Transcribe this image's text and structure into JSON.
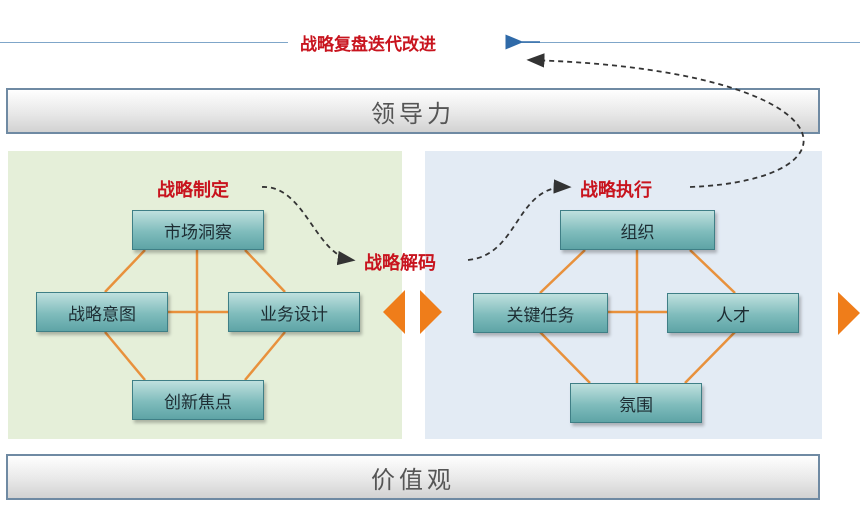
{
  "top_loop": {
    "label": "战略复盘迭代改进"
  },
  "bands": {
    "leadership": "领导力",
    "values": "价值观"
  },
  "left_panel": {
    "title": "战略制定",
    "nodes": {
      "top": "市场洞察",
      "left": "战略意图",
      "right": "业务设计",
      "bottom": "创新焦点"
    }
  },
  "middle": {
    "label": "战略解码"
  },
  "right_panel": {
    "title": "战略执行",
    "nodes": {
      "top": "组织",
      "left": "关键任务",
      "right": "人才",
      "bottom": "氛围"
    }
  },
  "colors": {
    "accent_red": "#c8141e",
    "connector_orange": "#e8913c",
    "arrow_orange": "#ef7d1a",
    "box_teal": "#7fbcbc",
    "left_bg": "#e5efd9",
    "right_bg": "#e3ebf4"
  }
}
